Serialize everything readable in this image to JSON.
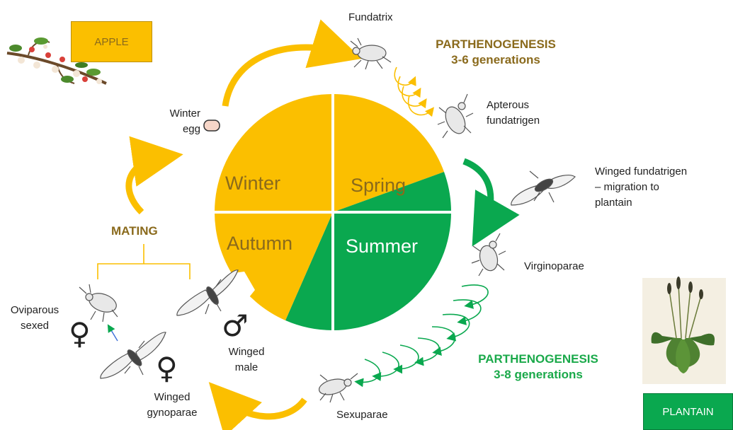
{
  "host_boxes": {
    "apple": {
      "label": "APPLE",
      "color": "#fbbf00",
      "text_color": "#8a6a1c"
    },
    "plantain": {
      "label": "PLANTAIN",
      "color": "#0aa84f",
      "text_color": "#ffffff"
    }
  },
  "seasons": {
    "winter": "Winter",
    "spring": "Spring",
    "summer": "Summer",
    "autumn": "Autumn",
    "colors": {
      "apple_phase": "#fbbf00",
      "plantain_phase": "#0aa84f",
      "divider": "#ffffff"
    }
  },
  "stages": {
    "fundatrix": "Fundatrix",
    "apterous_fundatrigen": [
      "Apterous",
      "fundatrigen"
    ],
    "winged_fundatrigen": [
      "Winged fundatrigen",
      "– migration to",
      "plantain"
    ],
    "virginoparae": "Virginoparae",
    "sexuparae": "Sexuparae",
    "winged_gynoparae": [
      "Winged",
      "gynoparae"
    ],
    "winged_male": [
      "Winged",
      "male"
    ],
    "oviparous_sexed": [
      "Oviparous",
      "sexed"
    ],
    "winter_egg": [
      "Winter",
      "egg"
    ]
  },
  "annotations": {
    "parthenogenesis_apple": [
      "PARTHENOGENESIS",
      "3-6 generations"
    ],
    "parthenogenesis_plantain": [
      "PARTHENOGENESIS",
      "3-8 generations"
    ],
    "mating": "MATING"
  },
  "symbols": {
    "female_1": "♀",
    "female_2": "♀",
    "male": "♂"
  },
  "icons": [
    "apple-blossom-icon",
    "plantain-plant-icon",
    "aphid-icon",
    "winged-aphid-icon",
    "egg-icon",
    "cycle-arrow-icon"
  ]
}
